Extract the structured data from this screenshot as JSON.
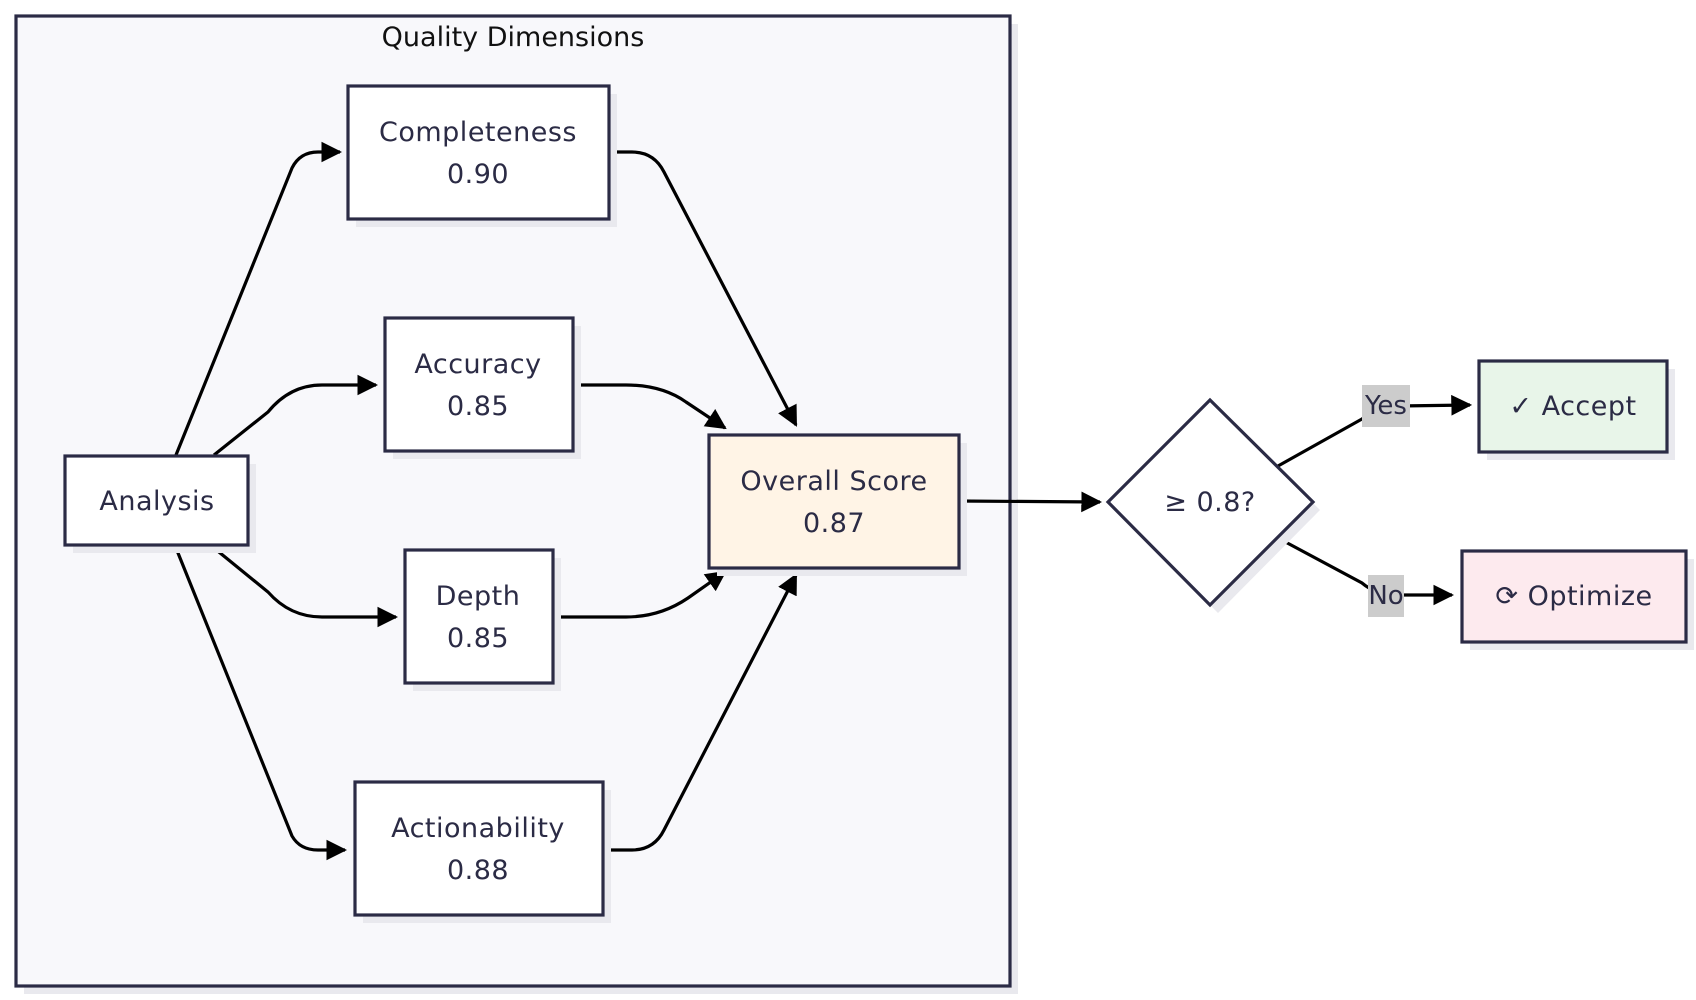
{
  "cluster": {
    "title": "Quality Dimensions"
  },
  "nodes": {
    "analysis": {
      "label": "Analysis"
    },
    "completeness": {
      "label": "Completeness",
      "score": "0.90"
    },
    "accuracy": {
      "label": "Accuracy",
      "score": "0.85"
    },
    "depth": {
      "label": "Depth",
      "score": "0.85"
    },
    "actionability": {
      "label": "Actionability",
      "score": "0.88"
    },
    "overall": {
      "label": "Overall Score",
      "score": "0.87"
    },
    "decision": {
      "label": "≥ 0.8?"
    },
    "accept": {
      "label": "✓ Accept"
    },
    "optimize": {
      "label": "⟳ Optimize"
    }
  },
  "edge_labels": {
    "yes": "Yes",
    "no": "No"
  },
  "colors": {
    "cluster_fill": "#f8f8fb",
    "node_fill": "#ffffff",
    "overall_fill": "#fff4e6",
    "accept_fill": "#e8f5e9",
    "optimize_fill": "#fdeaee",
    "edge_label_bg": "#cccccc",
    "border": "#2b2b45"
  }
}
